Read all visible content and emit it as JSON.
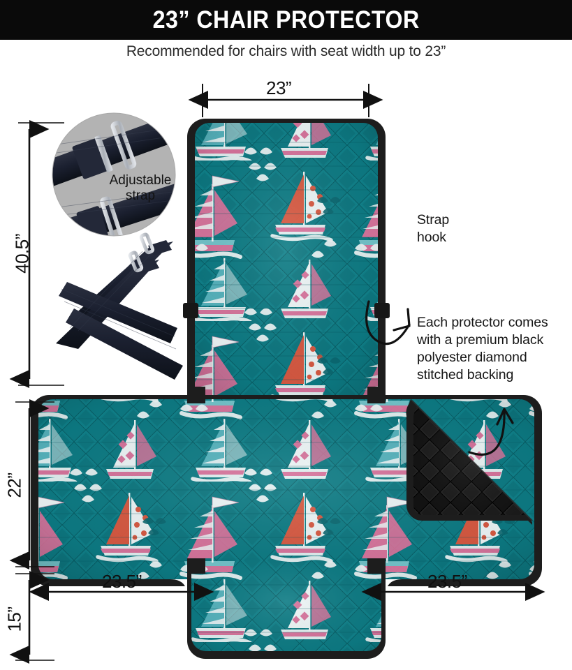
{
  "header": {
    "title": "23” CHAIR PROTECTOR",
    "subtitle": "Recommended for chairs with seat width up to 23”"
  },
  "dimensions": {
    "top_width": "23”",
    "left_height_upper": "40.5”",
    "left_height_mid": "22”",
    "left_height_lower": "15”",
    "bottom_left_width": "23.5”",
    "bottom_right_width": "23.5”"
  },
  "annotations": {
    "strap_hook": "Strap\nhook",
    "strap_hook_line1": "Strap",
    "strap_hook_line2": "hook",
    "backing_note": "Each protector comes with a premium black polyester diamond stitched backing",
    "backing_line1": "Each protector comes",
    "backing_line2": "with a premium black",
    "backing_line3": "polyester diamond",
    "backing_line4": "stitched backing"
  },
  "inset": {
    "label_line1": "Adjustable",
    "label_line2": "strap",
    "icon": "adjustable-strap-photo"
  },
  "colors": {
    "header_bg": "#0a0a0a",
    "header_text": "#ffffff",
    "page_bg": "#ffffff",
    "fabric_teal": "#0d7b84",
    "fabric_teal_dark": "#0a636c",
    "fabric_teal_light": "#178f99",
    "border_black": "#1d1d1d",
    "backing_black": "#161616",
    "sail_pink": "#e8739e",
    "sail_coral": "#e8563c",
    "sail_white": "#f6f6f6",
    "inset_gray": "#b3b3b3",
    "strap_navy": "#1b1f2b",
    "buckle_silver": "#c9ccd2",
    "text_dark": "#161616"
  },
  "product": {
    "shape": "cross",
    "fabric_print": "sailboat-pattern",
    "backing": "black-diamond-quilted",
    "strap_hooks": 2
  }
}
